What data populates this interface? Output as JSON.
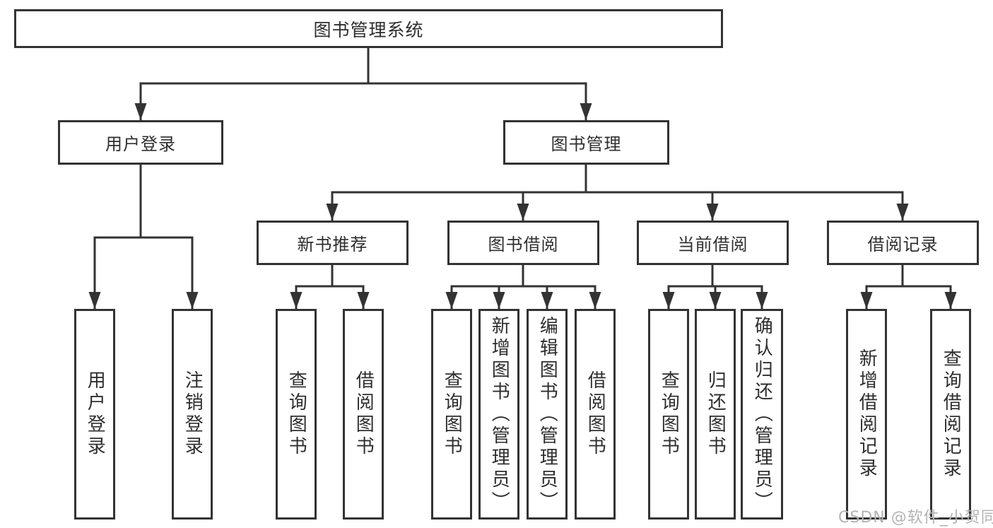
{
  "diagram": {
    "tree": {
      "label": "图书管理系统",
      "children": [
        {
          "label": "用户登录",
          "children": [
            {
              "label": "用户登录"
            },
            {
              "label": "注销登录"
            }
          ]
        },
        {
          "label": "图书管理",
          "children": [
            {
              "label": "新书推荐",
              "children": [
                {
                  "label": "查询图书"
                },
                {
                  "label": "借阅图书"
                }
              ]
            },
            {
              "label": "图书借阅",
              "children": [
                {
                  "label": "查询图书"
                },
                {
                  "label": "新增图书（管理员）"
                },
                {
                  "label": "编辑图书（管理员）"
                },
                {
                  "label": "借阅图书"
                }
              ]
            },
            {
              "label": "当前借阅",
              "children": [
                {
                  "label": "查询图书"
                },
                {
                  "label": "归还图书"
                },
                {
                  "label": "确认归还（管理员）"
                }
              ]
            },
            {
              "label": "借阅记录",
              "children": [
                {
                  "label": "新增借阅记录"
                },
                {
                  "label": "查询借阅记录"
                }
              ]
            }
          ]
        }
      ]
    },
    "colors": {
      "line": "#333333",
      "text": "#2e2e2e",
      "background": "#ffffff",
      "watermark": "#b3b3b3"
    }
  },
  "watermark": {
    "text": "CSDN @软件_小贺同学"
  }
}
